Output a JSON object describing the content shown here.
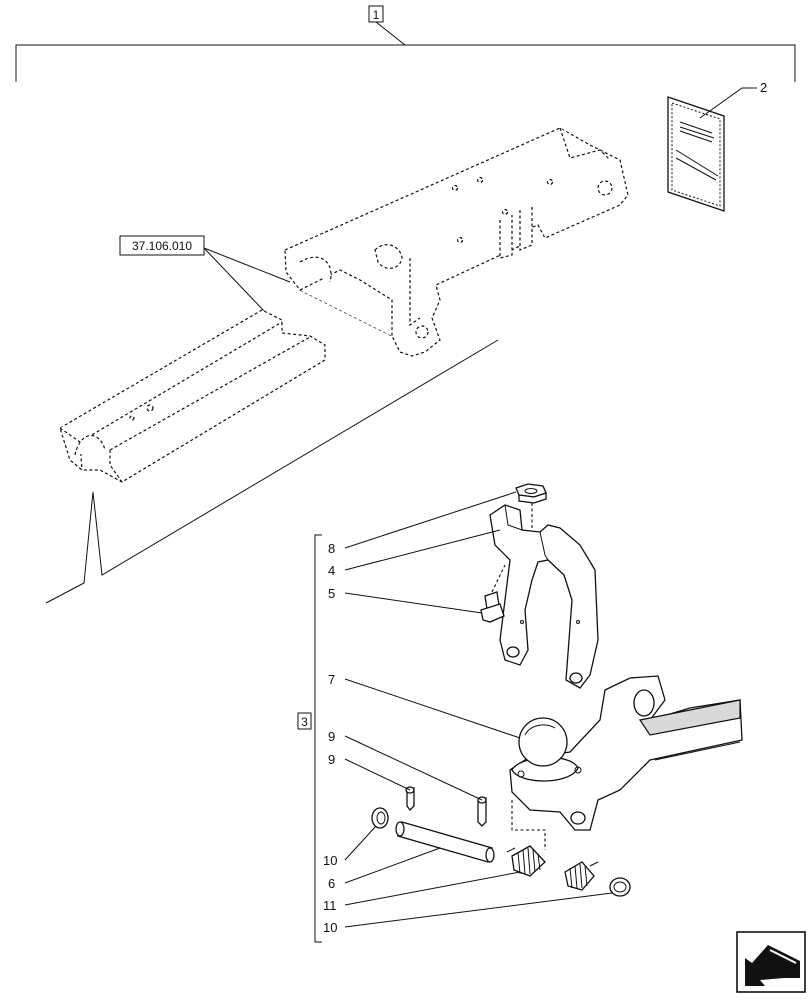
{
  "assembly_number": "1",
  "subassembly_number": "3",
  "reference_code": "37.106.010",
  "callouts": {
    "decal": "2",
    "nut": "8",
    "bracket": "4",
    "bolt": "5",
    "ball_hitch": "7",
    "pin_upper": "9",
    "pin_lower": "9",
    "washer_left": "10",
    "shaft": "6",
    "spring": "11",
    "washer_right": "10"
  },
  "icons": {
    "corner": "return-arrow-icon"
  }
}
